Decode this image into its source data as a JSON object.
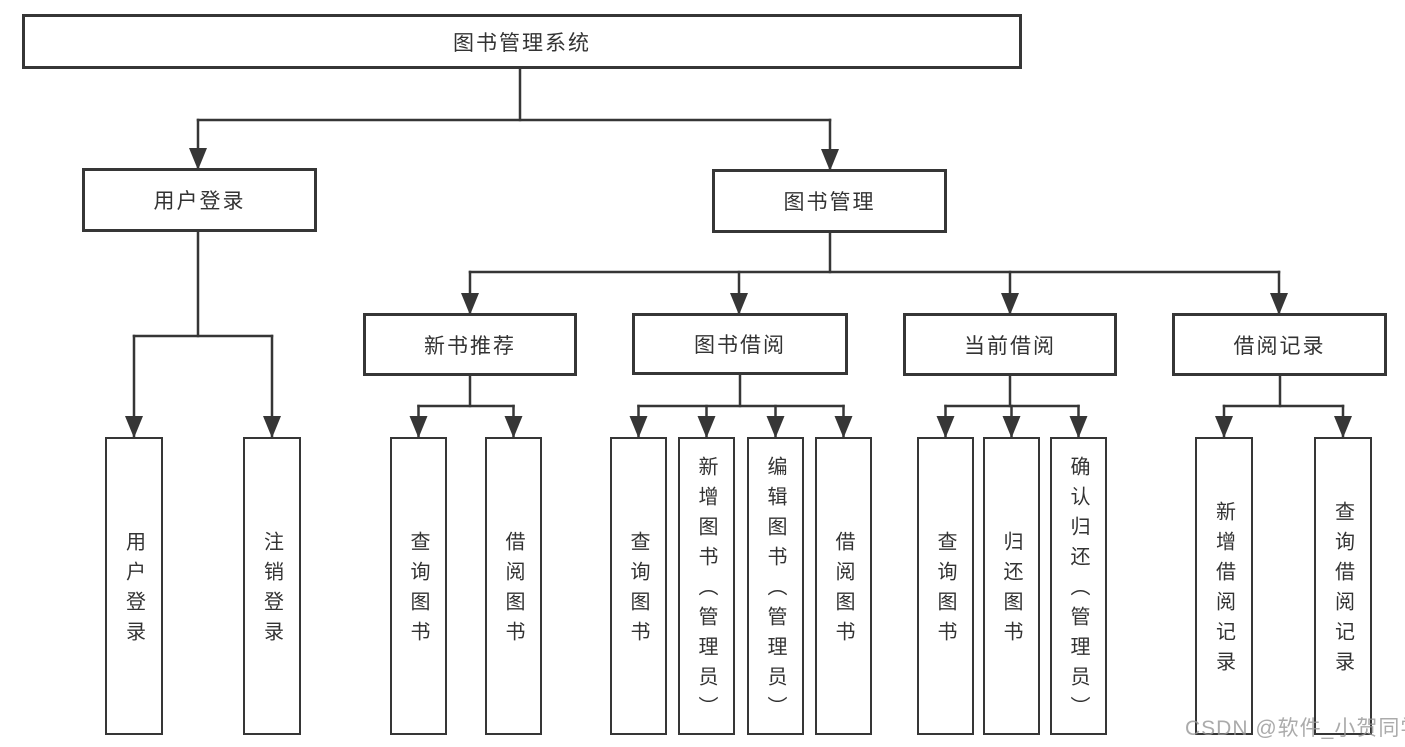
{
  "diagram": {
    "title": "图书管理系统",
    "watermark": "CSDN @软件_小贺同学",
    "colors": {
      "line": "#363636",
      "text": "#333333",
      "box_background": "#ffffff",
      "watermark": "#969696"
    },
    "tree": {
      "root": {
        "label": "图书管理系统",
        "children": [
          {
            "label": "用户登录",
            "children": [
              {
                "label": "用户登录"
              },
              {
                "label": "注销登录"
              }
            ]
          },
          {
            "label": "图书管理",
            "children": [
              {
                "label": "新书推荐",
                "children": [
                  {
                    "label": "查询图书"
                  },
                  {
                    "label": "借阅图书"
                  }
                ]
              },
              {
                "label": "图书借阅",
                "children": [
                  {
                    "label": "查询图书"
                  },
                  {
                    "label": "新增图书（管理员）"
                  },
                  {
                    "label": "编辑图书（管理员）"
                  },
                  {
                    "label": "借阅图书"
                  }
                ]
              },
              {
                "label": "当前借阅",
                "children": [
                  {
                    "label": "查询图书"
                  },
                  {
                    "label": "归还图书"
                  },
                  {
                    "label": "确认归还（管理员）"
                  }
                ]
              },
              {
                "label": "借阅记录",
                "children": [
                  {
                    "label": "新增借阅记录"
                  },
                  {
                    "label": "查询借阅记录"
                  }
                ]
              }
            ]
          }
        ]
      }
    }
  }
}
